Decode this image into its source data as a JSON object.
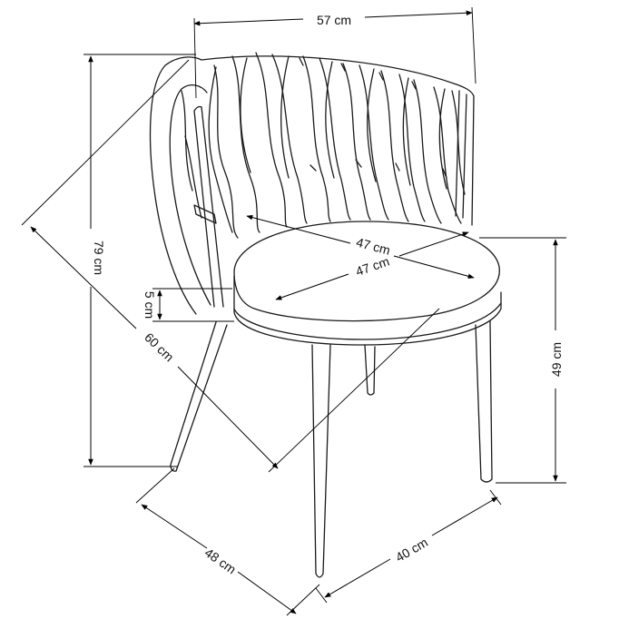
{
  "dimensions": {
    "width": "57 cm",
    "total_height": "79 cm",
    "diagonal": "60 cm",
    "seat_thickness": "5 cm",
    "seat_depth": "47 cm",
    "seat_width": "47 cm",
    "seat_height": "49 cm",
    "base_side": "48 cm",
    "base_front": "40 cm"
  }
}
